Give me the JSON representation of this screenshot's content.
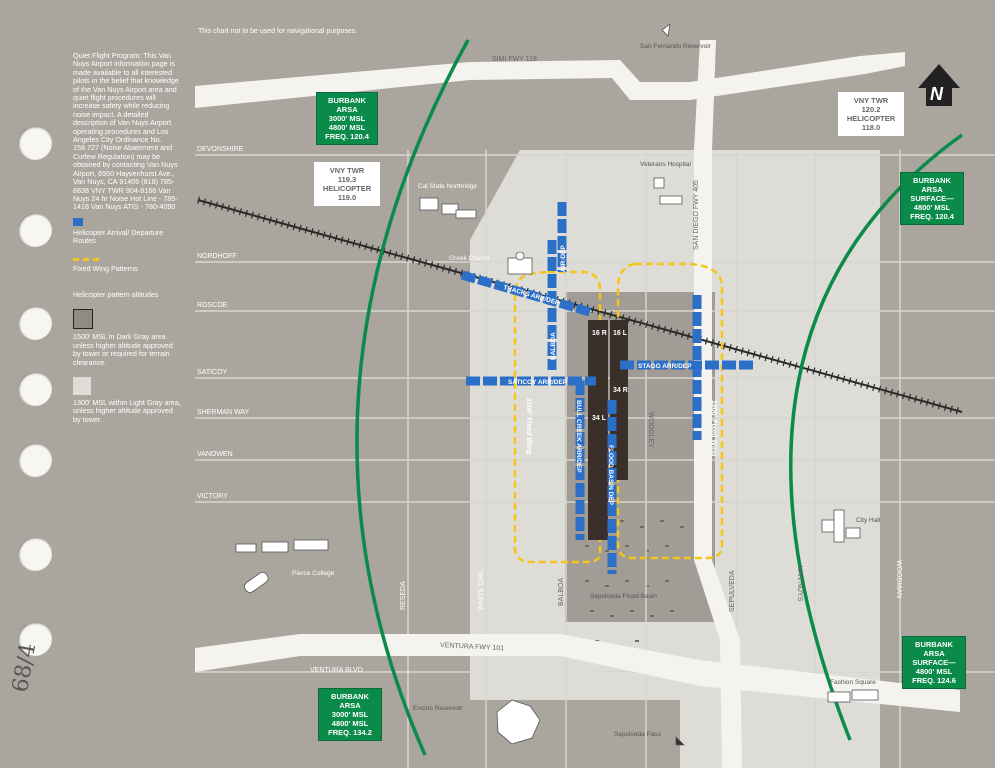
{
  "disclaimer": "This chart not to be used for navigational purposes.",
  "sidebar": {
    "intro": "Quiet Flight Program: This Van Nuys Airport information page is made available to all interested pilots in the belief that knowledge of the Van Nuys Airport area and quiet flight procedures will increase safety while reducing noise impact. A detailed description of Van Nuys Airport operating procedures and Los Angeles City Ordinance No. 158.727 (Noise Abatement and Curfew Regulation) may be obtained by contacting Van Nuys Airport, 6950 Hayvenhurst Ave., Van Nuys, CA 91406 (818) 785-8838 VNY TWR 904-8166 Van Nuys 24 hr Noise Hot Line - 785-1418 Van Nuys ATIS - 780-4090",
    "legend_heli": "Helicopter Arrival/ Departure Routes",
    "legend_fixed": "Fixed Wing Patterns",
    "legend_alt_title": "Helicopter pattern altitudes",
    "legend_dark": "1500' MSL in Dark Gray area unless higher altitude approved by tower or required for terrain clearance.",
    "legend_light": "1300' MSL within Light Gray area, unless higher altitude approved by tower."
  },
  "handwriting": "68/4",
  "colors": {
    "heli_route": "#2c6fc7",
    "fixed_wing": "#f5c518",
    "arsa": "#0b8b4a",
    "runway": "#3b2f2a"
  },
  "boxes": {
    "burbank_nw": [
      "BURBANK",
      "ARSA",
      "3000' MSL",
      "4800' MSL",
      "FREQ. 120.4"
    ],
    "vny_twr_w": [
      "VNY TWR",
      "119.3",
      "HELICOPTER",
      "119.0"
    ],
    "vny_twr_ne": [
      "VNY TWR",
      "120.2",
      "HELICOPTER",
      "118.0"
    ],
    "burbank_e": [
      "BURBANK",
      "ARSA",
      "SURFACE—",
      "4800' MSL",
      "FREQ. 120.4"
    ],
    "burbank_se": [
      "BURBANK",
      "ARSA",
      "SURFACE—",
      "4800' MSL",
      "FREQ. 124.6"
    ],
    "burbank_s": [
      "BURBANK",
      "ARSA",
      "3000' MSL",
      "4800' MSL",
      "FREQ. 134.2"
    ]
  },
  "roads": {
    "simi": "SIMI FWY 118",
    "devonshire": "DEVONSHIRE",
    "nordhoff": "NORDHOFF",
    "roscoe": "ROSCOE",
    "saticoy": "SATICOY",
    "sherman": "SHERMAN WAY",
    "vanowen": "VANOWEN",
    "victory": "VICTORY",
    "ventura_fwy": "VENTURA FWY 101",
    "ventura_blvd": "VENTURA BLVD",
    "san_diego": "SAN DIEGO FWY 405",
    "reseda": "RESEDA",
    "white_oak": "WHITE OAK",
    "balboa": "BALBOA",
    "woodley": "WOODLEY",
    "sepulveda": "SEPULVEDA",
    "van_nuys": "VAN NUYS",
    "woodman": "WOODMAN"
  },
  "places": {
    "san_fernando": "San Fernando Reservoir",
    "csun": "Cal State Northridge",
    "veterans": "Veterans Hospital",
    "greek": "Greek Church",
    "pierce": "Pierce College",
    "city_hall": "City Hall",
    "sepulveda_basin": "Sepulveda Flood Basin",
    "encino": "Encino Reservoir",
    "sepulveda_pass": "Sepulveda Pass",
    "fashion_sq": "Fashion Square"
  },
  "routes": {
    "balboa_arr_dep_top": "AIR-DEP",
    "tracks": "TRACKS ARR/DEP",
    "balboa": "BALBOA",
    "saticoy": "SATICOY ARR/DEP",
    "bull_creek": "BULL CREEK ARR/DEP",
    "flood_basin": "FLOOD BASIN DEP",
    "stagg": "STAGG ARR/DEP"
  },
  "runways": {
    "r16r": "16 R",
    "r16l": "16 L",
    "r34r": "34 R",
    "r34l": "34 L"
  },
  "patterns": {
    "west": "1000' Fixed Wing",
    "east": "1800' Fixed Wing"
  },
  "north": "N"
}
